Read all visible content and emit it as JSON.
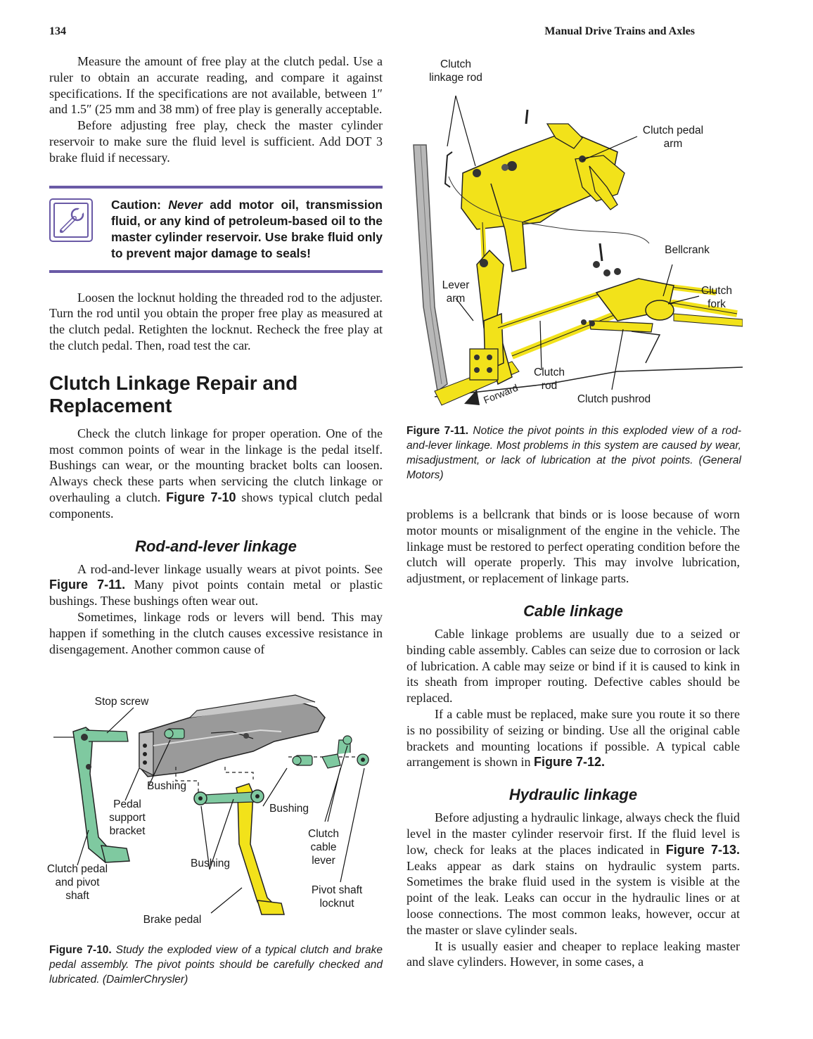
{
  "header": {
    "page_number": "134",
    "running_head": "Manual Drive Trains and Axles"
  },
  "left_column": {
    "p1": "Measure the amount of free play at the clutch pedal. Use a ruler to obtain an accurate reading, and compare it against specifications. If the specifications are not available, between 1″ and 1.5″ (25 mm and 38 mm) of free play is generally acceptable.",
    "p2": "Before adjusting free play, check the master cylinder reservoir to make sure the fluid level is sufficient. Add DOT 3 brake fluid if necessary.",
    "caution": {
      "label": "Caution:",
      "emphasis": "Never",
      "text": "add motor oil, transmission fluid, or any kind of petroleum-based oil to the master cylinder reservoir. Use brake fluid only to prevent major damage to seals!",
      "icon": "wrench-icon"
    },
    "p3": "Loosen the locknut holding the threaded rod to the adjuster. Turn the rod until you obtain the proper free play as measured at the clutch pedal. Retighten the locknut. Recheck the free play at the clutch pedal. Then, road test the car.",
    "section_heading": "Clutch Linkage Repair and Replacement",
    "p4_before": "Check the clutch linkage for proper operation. One of the most common points of wear in the linkage is the pedal itself. Bushings can wear, or the mounting bracket bolts can loosen. Always check these parts when servicing the clutch linkage or overhauling a clutch.",
    "p4_ref": "Figure 7-10",
    "p4_after": "shows typical clutch pedal components.",
    "subheading_rod": "Rod-and-lever linkage",
    "p5_before": "A rod-and-lever linkage usually wears at pivot points. See",
    "p5_ref": "Figure 7-11.",
    "p5_after": "Many pivot points contain metal or plastic bushings. These bushings often wear out.",
    "p6": "Sometimes, linkage rods or levers will bend. This may happen if something in the clutch causes excessive resistance in disengagement. Another common cause of"
  },
  "right_column": {
    "p1": "problems is a bellcrank that binds or is loose because of worn motor mounts or misalignment of the engine in the vehicle. The linkage must be restored to perfect operating condition before the clutch will operate properly. This may involve lubrication, adjustment, or replacement of linkage parts.",
    "subheading_cable": "Cable linkage",
    "p2": "Cable linkage problems are usually due to a seized or binding cable assembly. Cables can seize due to corrosion or lack of lubrication. A cable may seize or bind if it is caused to kink in its sheath from improper routing. Defective cables should be replaced.",
    "p3_before": "If a cable must be replaced, make sure you route it so there is no possibility of seizing or binding. Use all the original cable brackets and mounting locations if possible. A typical cable arrangement is shown in",
    "p3_ref": "Figure 7-12.",
    "subheading_hydraulic": "Hydraulic linkage",
    "p4_before": "Before adjusting a hydraulic linkage, always check the fluid level in the master cylinder reservoir first. If the fluid level is low, check for leaks at the places indicated in",
    "p4_ref": "Figure 7-13.",
    "p4_after": "Leaks appear as dark stains on hydraulic system parts. Sometimes the brake fluid used in the system is visible at the point of the leak. Leaks can occur in the hydraulic lines or at loose connections. The most common leaks, however, occur at the master or slave cylinder seals.",
    "p5": "It is usually easier and cheaper to replace leaking master and slave cylinders. However, in some cases, a"
  },
  "figure_7_11": {
    "labels": {
      "clutch_linkage_rod": "Clutch linkage rod",
      "clutch_pedal_arm": "Clutch pedal arm",
      "bellcrank": "Bellcrank",
      "lever_arm": "Lever arm",
      "clutch_fork": "Clutch fork",
      "clutch_rod": "Clutch rod",
      "forward": "Forward",
      "clutch_pushrod": "Clutch pushrod"
    },
    "caption_number": "Figure 7-11.",
    "caption_text": "Notice the pivot points in this exploded view of a rod-and-lever linkage. Most problems in this system are caused by wear, misadjustment, or lack of lubrication at the pivot points. (General Motors)",
    "colors": {
      "part": "#f2e21a",
      "outline": "#222222",
      "frame": "#b8b8b8"
    }
  },
  "figure_7_10": {
    "labels": {
      "stop_screw": "Stop screw",
      "bushing_top": "Bushing",
      "pedal_support_bracket": "Pedal support bracket",
      "bushing_right": "Bushing",
      "clutch_cable_lever": "Clutch cable lever",
      "bushing_bottom": "Bushing",
      "clutch_pedal_pivot_shaft": "Clutch pedal and pivot shaft",
      "pivot_shaft_locknut": "Pivot shaft locknut",
      "brake_pedal": "Brake pedal"
    },
    "caption_number": "Figure 7-10.",
    "caption_text": "Study the exploded view of a typical clutch and brake pedal assembly. The pivot points should be carefully checked and lubricated. (DaimlerChrysler)",
    "colors": {
      "clutch_pedal": "#7fc9a0",
      "brake_pedal": "#f2e21a",
      "bracket": "#9a9a9a"
    }
  }
}
